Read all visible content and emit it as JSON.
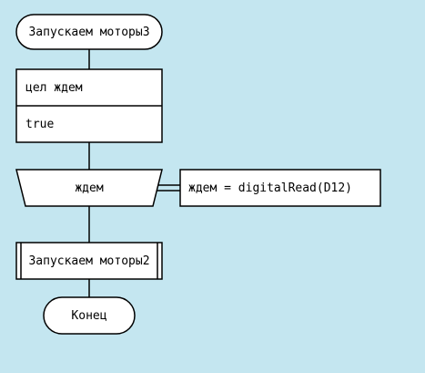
{
  "diagram": {
    "start_label": "Запускаем моторы3",
    "declare_name": "цел ждем",
    "declare_value": "true",
    "loop_label": "ждем",
    "assign_label": "ждем = digitalRead(D12)",
    "subroutine_label": "Запускаем моторы2",
    "end_label": "Конец"
  }
}
